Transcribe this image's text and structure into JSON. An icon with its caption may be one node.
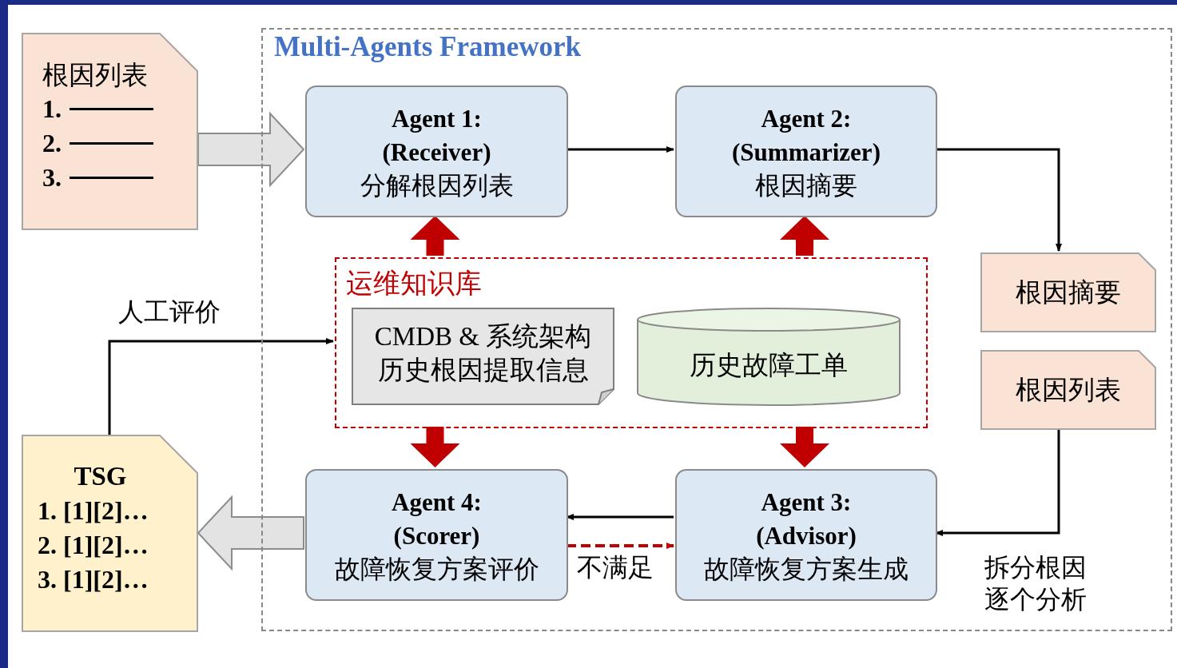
{
  "diagram": {
    "nodes": [
      {
        "text": [
          "根因列表",
          "1.",
          "2.",
          "3."
        ]
      },
      {
        "text": [
          "Multi-Agents Framework"
        ]
      },
      {
        "text": [
          "Agent 1: (Receiver)",
          "分解根因列表"
        ],
        "in": 1
      },
      {
        "text": [
          "Agent 2: (Summarizer)",
          "根因摘要"
        ],
        "in": 1
      },
      {
        "text": [
          "运维知识库"
        ],
        "in": 1
      },
      {
        "text": [
          "CMDB & 系统架构",
          "历史根因提取信息"
        ],
        "in": 4
      },
      {
        "text": [
          "历史故障工单"
        ],
        "in": 4
      },
      {
        "text": [
          "Agent 4: (Scorer)",
          "故障恢复方案评价"
        ],
        "in": 1
      },
      {
        "text": [
          "Agent 3: (Advisor)",
          "故障恢复方案生成"
        ],
        "in": 1
      },
      {
        "text": [
          "根因摘要"
        ],
        "in": 1
      },
      {
        "text": [
          "根因列表"
        ],
        "in": 1
      },
      {
        "text": [
          "TSG",
          "1. [1][2]…",
          "2. [1][2]…",
          "3. [1][2]…"
        ]
      }
    ],
    "edges": [
      {
        "from": 0,
        "to": 2,
        "arrow": "to",
        "style": "thick",
        "color": "#e3e3e3"
      },
      {
        "from": 2,
        "to": 3,
        "arrow": "to"
      },
      {
        "from": 3,
        "to": 9,
        "arrow": "to"
      },
      {
        "from": 10,
        "to": 8,
        "arrow": "to",
        "label": "拆分根因逐个分析"
      },
      {
        "from": 8,
        "to": 7,
        "arrow": "to"
      },
      {
        "from": 7,
        "to": 8,
        "arrow": "to",
        "label": "不满足",
        "style": "dashed",
        "color": "#c00000"
      },
      {
        "from": 7,
        "to": 11,
        "arrow": "to",
        "style": "thick",
        "color": "#e3e3e3"
      },
      {
        "from": 11,
        "to": 4,
        "arrow": "to",
        "label": "人工评价"
      },
      {
        "from": 4,
        "to": 2,
        "arrow": "to",
        "style": "thick",
        "color": "#c00000"
      },
      {
        "from": 4,
        "to": 3,
        "arrow": "to",
        "style": "thick",
        "color": "#c00000"
      },
      {
        "from": 4,
        "to": 7,
        "arrow": "to",
        "style": "thick",
        "color": "#c00000"
      },
      {
        "from": 4,
        "to": 8,
        "arrow": "to",
        "style": "thick",
        "color": "#c00000"
      }
    ]
  }
}
